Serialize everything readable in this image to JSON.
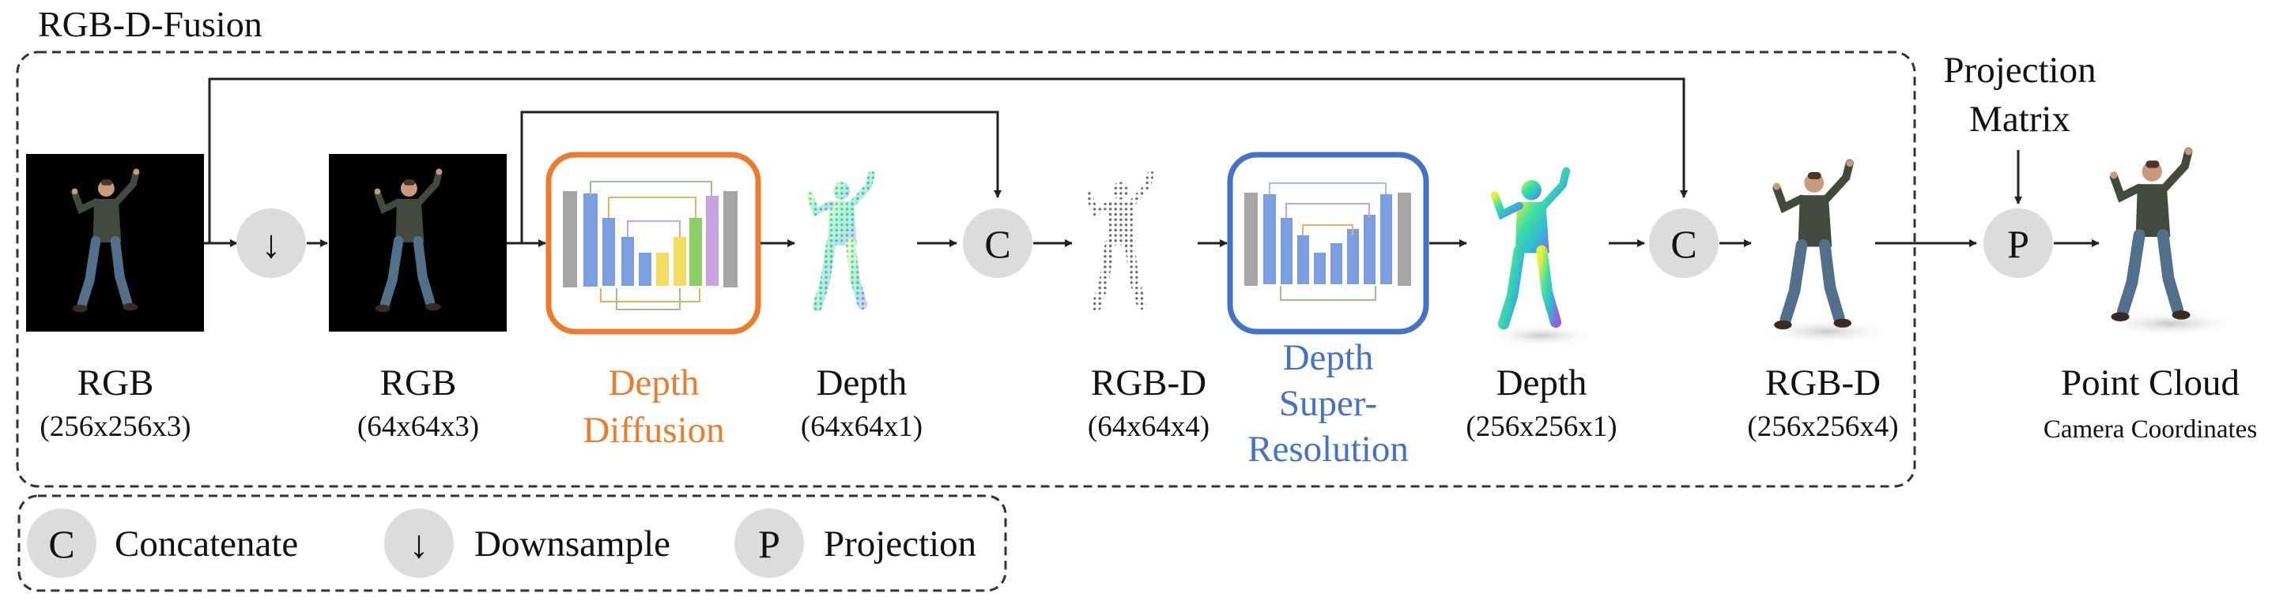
{
  "title": "RGB-D-Fusion",
  "stages": {
    "rgb_input": {
      "label": "RGB",
      "dims": "(256x256x3)"
    },
    "rgb_low": {
      "label": "RGB",
      "dims": "(64x64x3)"
    },
    "depth_diffusion": {
      "line1": "Depth",
      "line2": "Diffusion"
    },
    "depth_low": {
      "label": "Depth",
      "dims": "(64x64x1)"
    },
    "rgbd_low": {
      "label": "RGB-D",
      "dims": "(64x64x4)"
    },
    "depth_sr": {
      "line1": "Depth",
      "line2": "Super-",
      "line3": "Resolution"
    },
    "depth_high": {
      "label": "Depth",
      "dims": "(256x256x1)"
    },
    "rgbd_high": {
      "label": "RGB-D",
      "dims": "(256x256x4)"
    },
    "point_cloud": {
      "label": "Point Cloud",
      "sub": "Camera Coordinates"
    }
  },
  "projection_matrix": {
    "line1": "Projection",
    "line2": "Matrix"
  },
  "ops": {
    "downsample": "↓",
    "concat": "C",
    "projection": "P"
  },
  "legend": {
    "concat": {
      "symbol": "C",
      "label": "Concatenate"
    },
    "downsample": {
      "symbol": "↓",
      "label": "Downsample"
    },
    "projection": {
      "symbol": "P",
      "label": "Projection"
    }
  },
  "colors": {
    "diffusion": "#ee7a2b",
    "super_resolution": "#4272c9",
    "op_circle": "#dcdcdc"
  }
}
